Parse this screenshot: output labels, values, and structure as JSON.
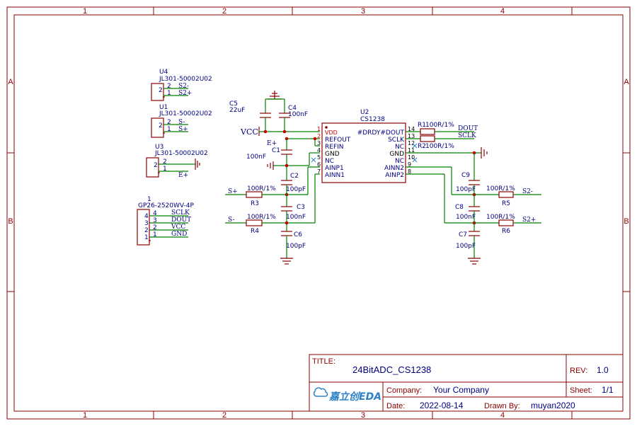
{
  "frame": {
    "columns": [
      "1",
      "2",
      "3",
      "4"
    ],
    "rows": [
      "A",
      "B"
    ]
  },
  "components": {
    "u4": {
      "ref": "U4",
      "part": "JL301-50002U02",
      "pins": [
        "2",
        "1"
      ],
      "nets": [
        "S2-",
        "S2+"
      ]
    },
    "u1": {
      "ref": "U1",
      "part": "JL301-50002U02",
      "pins": [
        "2",
        "1"
      ],
      "nets": [
        "S-",
        "S+"
      ]
    },
    "u3": {
      "ref": "U3",
      "part": "JL301-50002U02",
      "pins": [
        "2",
        "1"
      ],
      "nets": [
        "E+"
      ]
    },
    "conn": {
      "ref": "1",
      "part": "GP26-2520WV-4P",
      "pins": [
        "4",
        "3",
        "2",
        "1"
      ],
      "nets": [
        "SCLK",
        "DOUT",
        "VCC",
        "GND"
      ]
    },
    "c5": {
      "ref": "C5",
      "value": "22uF"
    },
    "c4": {
      "ref": "C4",
      "value": "100nF"
    },
    "c1": {
      "ref": "C1",
      "value": "100nF"
    },
    "c2": {
      "ref": "C2",
      "value": "100pF"
    },
    "c3": {
      "ref": "C3",
      "value": "100nF"
    },
    "c6": {
      "ref": "C6",
      "value": "100pF"
    },
    "c9": {
      "ref": "C9",
      "value": "100pF"
    },
    "c8": {
      "ref": "C8",
      "value": "100nF"
    },
    "c7": {
      "ref": "C7",
      "value": "100pF"
    },
    "r3": {
      "ref": "R3",
      "value": "100R/1%"
    },
    "r4": {
      "ref": "R4",
      "value": "100R/1%"
    },
    "r5": {
      "ref": "R5",
      "value": "100R/1%"
    },
    "r6": {
      "ref": "R6",
      "value": "100R/1%"
    },
    "r1": {
      "ref": "R1",
      "value": "100R/1%"
    },
    "r2": {
      "ref": "R2",
      "value": "100R/1%"
    },
    "u2": {
      "ref": "U2",
      "part": "CS1238",
      "left_pins": [
        {
          "num": "1",
          "name": "VDD"
        },
        {
          "num": "2",
          "name": "REFOUT"
        },
        {
          "num": "3",
          "name": "REFIN"
        },
        {
          "num": "4",
          "name": "GND"
        },
        {
          "num": "5",
          "name": "NC"
        },
        {
          "num": "6",
          "name": "AINP1"
        },
        {
          "num": "7",
          "name": "AINN1"
        }
      ],
      "right_pins": [
        {
          "num": "14",
          "name": "#DRDY#DOUT"
        },
        {
          "num": "13",
          "name": "SCLK"
        },
        {
          "num": "12",
          "name": "NC"
        },
        {
          "num": "11",
          "name": "GND"
        },
        {
          "num": "10",
          "name": "NC"
        },
        {
          "num": "9",
          "name": "AINN2"
        },
        {
          "num": "8",
          "name": "AINP2"
        }
      ]
    }
  },
  "nets": {
    "vcc": "VCC",
    "e_plus": "E+",
    "dout": "DOUT",
    "sclk": "SCLK",
    "s_plus": "S+",
    "s_minus": "S-",
    "s2_minus": "S2-",
    "s2_plus": "S2+"
  },
  "title_block": {
    "title_label": "TITLE:",
    "title": "24BitADC_CS1238",
    "rev_label": "REV:",
    "rev": "1.0",
    "company_label": "Company:",
    "company": "Your Company",
    "sheet_label": "Sheet:",
    "sheet": "1/1",
    "date_label": "Date:",
    "date": "2022-08-14",
    "drawn_label": "Drawn By:",
    "drawn_by": "muyan2020",
    "logo": "嘉立创EDA"
  }
}
